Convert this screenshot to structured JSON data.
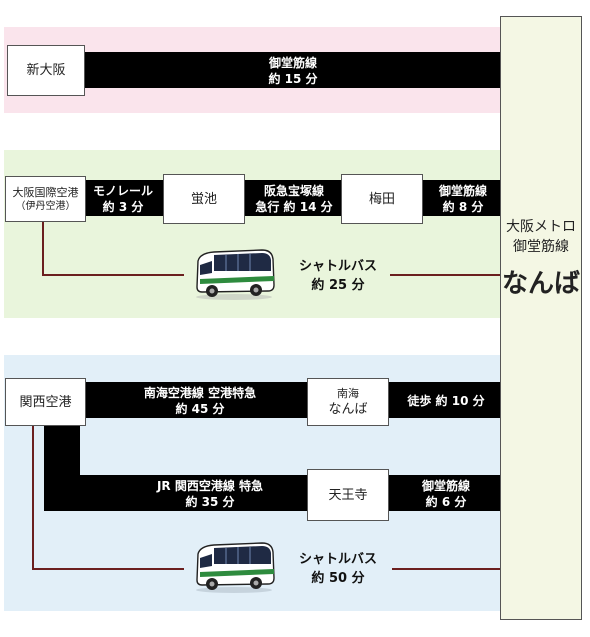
{
  "destination": {
    "line1": "大阪メトロ",
    "line2": "御堂筋線",
    "station": "なんば"
  },
  "route_shin_osaka": {
    "origin": "新大阪",
    "segment": {
      "line": "御堂筋線",
      "time": "約 15 分"
    }
  },
  "route_itami": {
    "origin_main": "大阪国際空港",
    "origin_sub": "（伊丹空港）",
    "seg1": {
      "line": "モノレール",
      "time": "約 3 分"
    },
    "stop1": "蛍池",
    "seg2": {
      "line": "阪急宝塚線",
      "time": "急行 約 14 分"
    },
    "stop2": "梅田",
    "seg3": {
      "line": "御堂筋線",
      "time": "約 8 分"
    },
    "bus": {
      "label": "シャトルバス",
      "time": "約 25 分"
    }
  },
  "route_kansai": {
    "origin": "関西空港",
    "seg1": {
      "line": "南海空港線 空港特急",
      "time": "約 45 分"
    },
    "stop1_top": "南海",
    "stop1_bottom": "なんば",
    "seg1b": {
      "line": "徒歩 約 10 分"
    },
    "seg2": {
      "line": "JR 関西空港線 特急",
      "time": "約 35 分"
    },
    "stop2": "天王寺",
    "seg2b": {
      "line": "御堂筋線",
      "time": "約 6 分"
    },
    "bus": {
      "label": "シャトルバス",
      "time": "約 50 分"
    }
  },
  "colors": {
    "pink_band": "#fae4ec",
    "green_band": "#e9f5dc",
    "blue_band": "#e2eff8",
    "bus_line": "#6b1f1f",
    "bar": "#000000"
  },
  "icons": [
    "bus-icon"
  ]
}
